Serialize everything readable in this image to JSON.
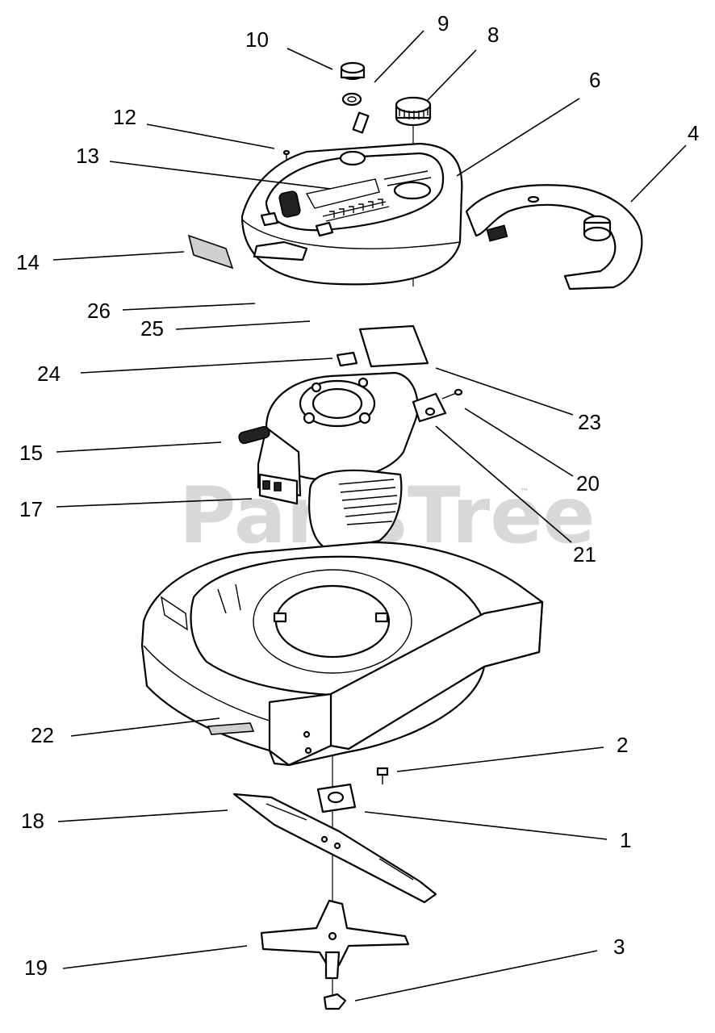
{
  "watermark": {
    "text": "PartsTree",
    "trademark": "™"
  },
  "callouts": {
    "c1": "1",
    "c2": "2",
    "c3": "3",
    "c4": "4",
    "c6": "6",
    "c8": "8",
    "c9": "9",
    "c10": "10",
    "c12": "12",
    "c13": "13",
    "c14": "14",
    "c15": "15",
    "c17": "17",
    "c18": "18",
    "c19": "19",
    "c20": "20",
    "c21": "21",
    "c22": "22",
    "c23": "23",
    "c24": "24",
    "c25": "25",
    "c26": "26"
  }
}
